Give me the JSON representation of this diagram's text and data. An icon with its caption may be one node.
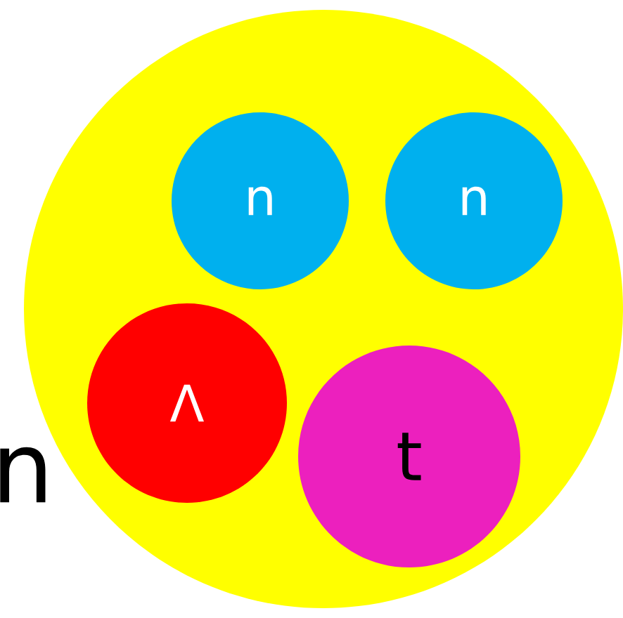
{
  "diagram": {
    "nodes": [
      {
        "text": [],
        "shape": "circle"
      },
      {
        "text": [
          "n"
        ],
        "in": 0
      },
      {
        "text": [
          "n"
        ],
        "in": 0
      },
      {
        "text": [
          "Λ"
        ],
        "in": 0
      },
      {
        "text": [
          "t"
        ],
        "in": 0
      }
    ],
    "labels": [
      "n"
    ]
  }
}
